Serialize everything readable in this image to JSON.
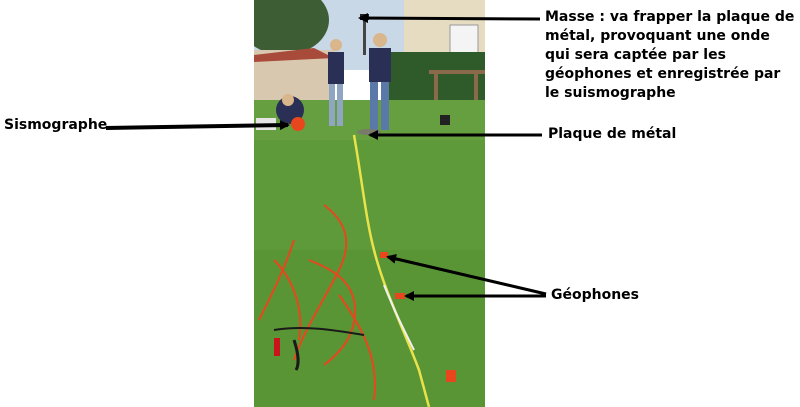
{
  "labels": {
    "masse": "Masse : va frapper la plaque de métal, provoquant une onde qui sera captée par les géophones et enregistrée par le suismographe",
    "sismographe": "Sismographe",
    "plaque": "Plaque de métal",
    "geophones": "Géophones"
  },
  "colors": {
    "grass": "#5e9a3a",
    "sky": "#c9d8e6",
    "hedge": "#2f5a2a",
    "cable_yellow": "#e9e24a",
    "cable_orange": "#e8471e",
    "arrow": "#000000"
  }
}
